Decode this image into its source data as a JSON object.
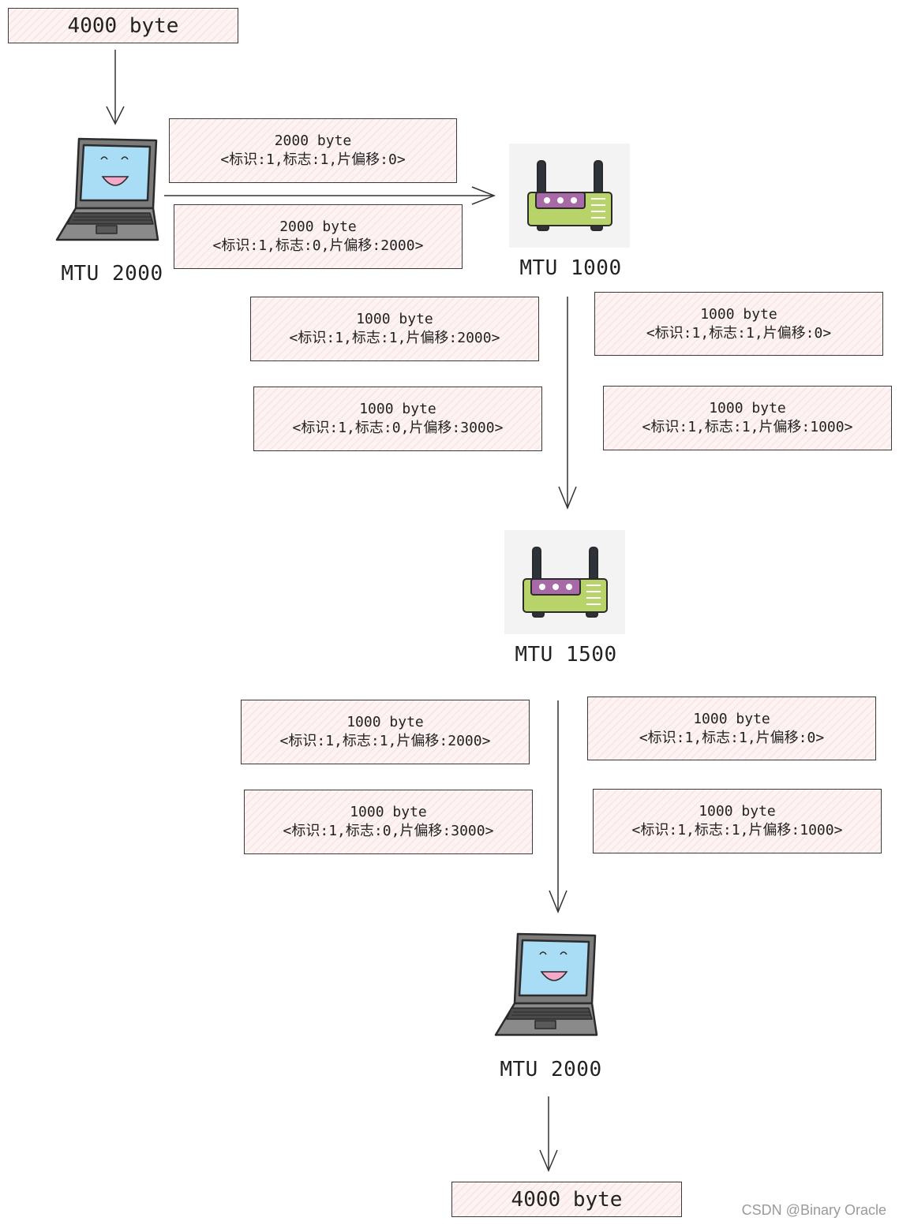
{
  "top_packet": {
    "size": "4000 byte"
  },
  "bottom_packet": {
    "size": "4000 byte"
  },
  "sender": {
    "mtu_label": "MTU 2000",
    "icon": "laptop-icon"
  },
  "router1": {
    "mtu_label": "MTU 1000",
    "icon": "router-icon"
  },
  "router2": {
    "mtu_label": "MTU 1500",
    "icon": "router-icon"
  },
  "receiver": {
    "mtu_label": "MTU 2000",
    "icon": "laptop-icon"
  },
  "stage1_fragments": [
    {
      "size": "2000 byte",
      "header": "<标识:1,标志:1,片偏移:0>"
    },
    {
      "size": "2000 byte",
      "header": "<标识:1,标志:0,片偏移:2000>"
    }
  ],
  "stage2_fragments": [
    {
      "size": "1000 byte",
      "header": "<标识:1,标志:1,片偏移:0>"
    },
    {
      "size": "1000 byte",
      "header": "<标识:1,标志:1,片偏移:1000>"
    },
    {
      "size": "1000 byte",
      "header": "<标识:1,标志:1,片偏移:2000>"
    },
    {
      "size": "1000 byte",
      "header": "<标识:1,标志:0,片偏移:3000>"
    }
  ],
  "stage3_fragments": [
    {
      "size": "1000 byte",
      "header": "<标识:1,标志:1,片偏移:0>"
    },
    {
      "size": "1000 byte",
      "header": "<标识:1,标志:1,片偏移:1000>"
    },
    {
      "size": "1000 byte",
      "header": "<标识:1,标志:1,片偏移:2000>"
    },
    {
      "size": "1000 byte",
      "header": "<标识:1,标志:0,片偏移:3000>"
    }
  ],
  "watermark": "CSDN @Binary Oracle",
  "colors": {
    "box_fill": "#fdf3f3",
    "box_hatch": "#e69696",
    "router_body": "#b9d36b",
    "router_panel": "#a86aa6",
    "laptop_screen": "#a9dcf5"
  }
}
